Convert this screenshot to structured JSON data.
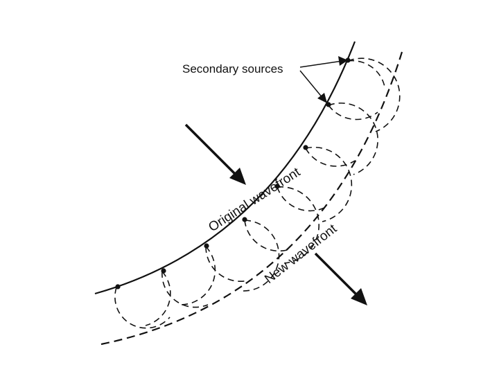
{
  "labels": {
    "secondary_sources": "Secondary sources",
    "original_wavefront": "Original wavefront",
    "new_wavefront": "New wavefront"
  },
  "colors": {
    "ink": "#111111",
    "background": "#ffffff"
  }
}
